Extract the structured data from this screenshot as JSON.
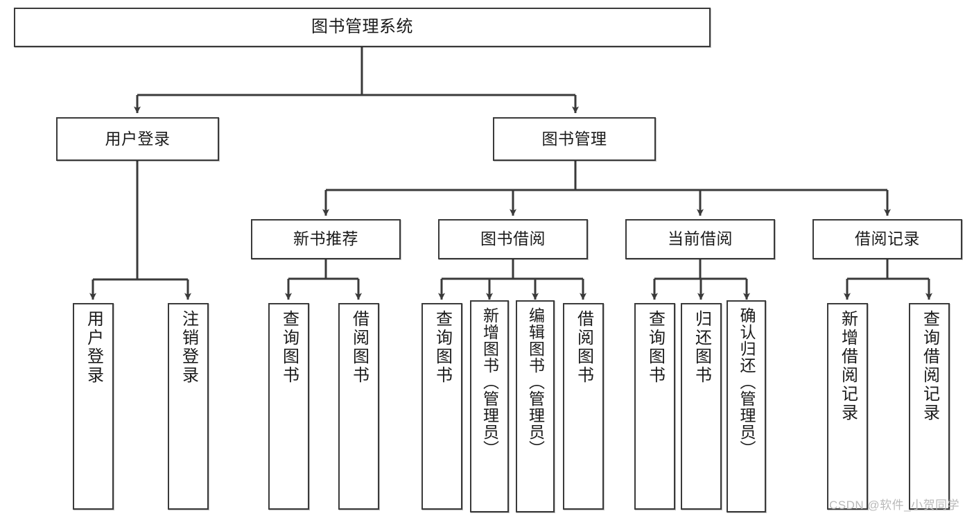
{
  "diagram": {
    "kind": "tree-hierarchy-chart",
    "title": "图书管理系统",
    "watermark": "CSDN @软件_小贺同学",
    "colors": {
      "box_border": "#3a3a3a",
      "box_fill": "#ffffff",
      "connector": "#3a3a3a",
      "text": "#1a1a1a",
      "watermark": "#b9b9b9",
      "background": "#ffffff"
    },
    "nodes": {
      "root": {
        "label": "图书管理系统"
      },
      "level1": [
        {
          "label": "用户登录"
        },
        {
          "label": "图书管理"
        }
      ],
      "level2": [
        {
          "label": "新书推荐"
        },
        {
          "label": "图书借阅"
        },
        {
          "label": "当前借阅"
        },
        {
          "label": "借阅记录"
        }
      ],
      "leaves": {
        "user_login": [
          {
            "label": "用户登录"
          },
          {
            "label": "注销登录"
          }
        ],
        "new_book_recommend": [
          {
            "label": "查询图书"
          },
          {
            "label": "借阅图书"
          }
        ],
        "book_borrow": [
          {
            "label": "查询图书"
          },
          {
            "label": "新增图书（管理员）"
          },
          {
            "label": "编辑图书（管理员）"
          },
          {
            "label": "借阅图书"
          }
        ],
        "current_borrow": [
          {
            "label": "查询图书"
          },
          {
            "label": "归还图书"
          },
          {
            "label": "确认归还（管理员）"
          }
        ],
        "borrow_record": [
          {
            "label": "新增借阅记录"
          },
          {
            "label": "查询借阅记录"
          }
        ]
      }
    }
  }
}
